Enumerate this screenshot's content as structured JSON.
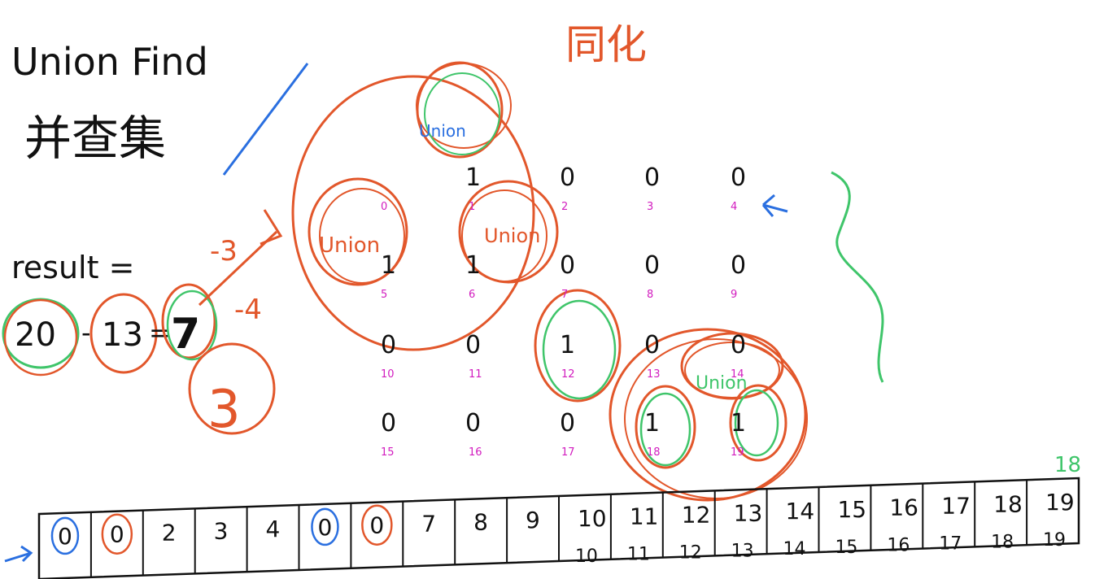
{
  "title": {
    "line1": "Union Find",
    "line2": "并查集"
  },
  "note_top": "同化",
  "result": {
    "label": "result =",
    "expr": [
      "20",
      "-",
      "13",
      "=",
      "7"
    ],
    "annotations": [
      "-3",
      "-4",
      "3"
    ]
  },
  "grid": {
    "rows": [
      {
        "cells": [
          {
            "v": "",
            "id": "0"
          },
          {
            "v": "1",
            "id": "1"
          },
          {
            "v": "0",
            "id": "2"
          },
          {
            "v": "0",
            "id": "3"
          },
          {
            "v": "0",
            "id": "4"
          }
        ]
      },
      {
        "cells": [
          {
            "v": "1",
            "id": "5"
          },
          {
            "v": "1",
            "id": "6"
          },
          {
            "v": "0",
            "id": "7"
          },
          {
            "v": "0",
            "id": "8"
          },
          {
            "v": "0",
            "id": "9"
          }
        ]
      },
      {
        "cells": [
          {
            "v": "0",
            "id": "10"
          },
          {
            "v": "0",
            "id": "11"
          },
          {
            "v": "1",
            "id": "12"
          },
          {
            "v": "0",
            "id": "13"
          },
          {
            "v": "0",
            "id": "14"
          }
        ]
      },
      {
        "cells": [
          {
            "v": "0",
            "id": "15"
          },
          {
            "v": "0",
            "id": "16"
          },
          {
            "v": "0",
            "id": "17"
          },
          {
            "v": "1",
            "id": "18"
          },
          {
            "v": "1",
            "id": "19"
          }
        ]
      }
    ],
    "union_labels": [
      "Union",
      "Union",
      "Union",
      "Union"
    ]
  },
  "array": {
    "parents": [
      "0",
      "0",
      "2",
      "3",
      "4",
      "0",
      "0",
      "7",
      "8",
      "9",
      "10",
      "11",
      "12",
      "13",
      "14",
      "15",
      "16",
      "17",
      "18",
      "19"
    ],
    "indices": [
      "",
      "",
      "",
      "",
      "",
      "",
      "",
      "",
      "",
      "",
      "10",
      "11",
      "12",
      "13",
      "14",
      "15",
      "16",
      "17",
      "18",
      "19"
    ],
    "extra_top": "18"
  },
  "colors": {
    "ink": "#111111",
    "orange": "#e2572b",
    "green": "#3fc56a",
    "blue": "#2a6fe0",
    "magenta": "#d21cbf"
  }
}
